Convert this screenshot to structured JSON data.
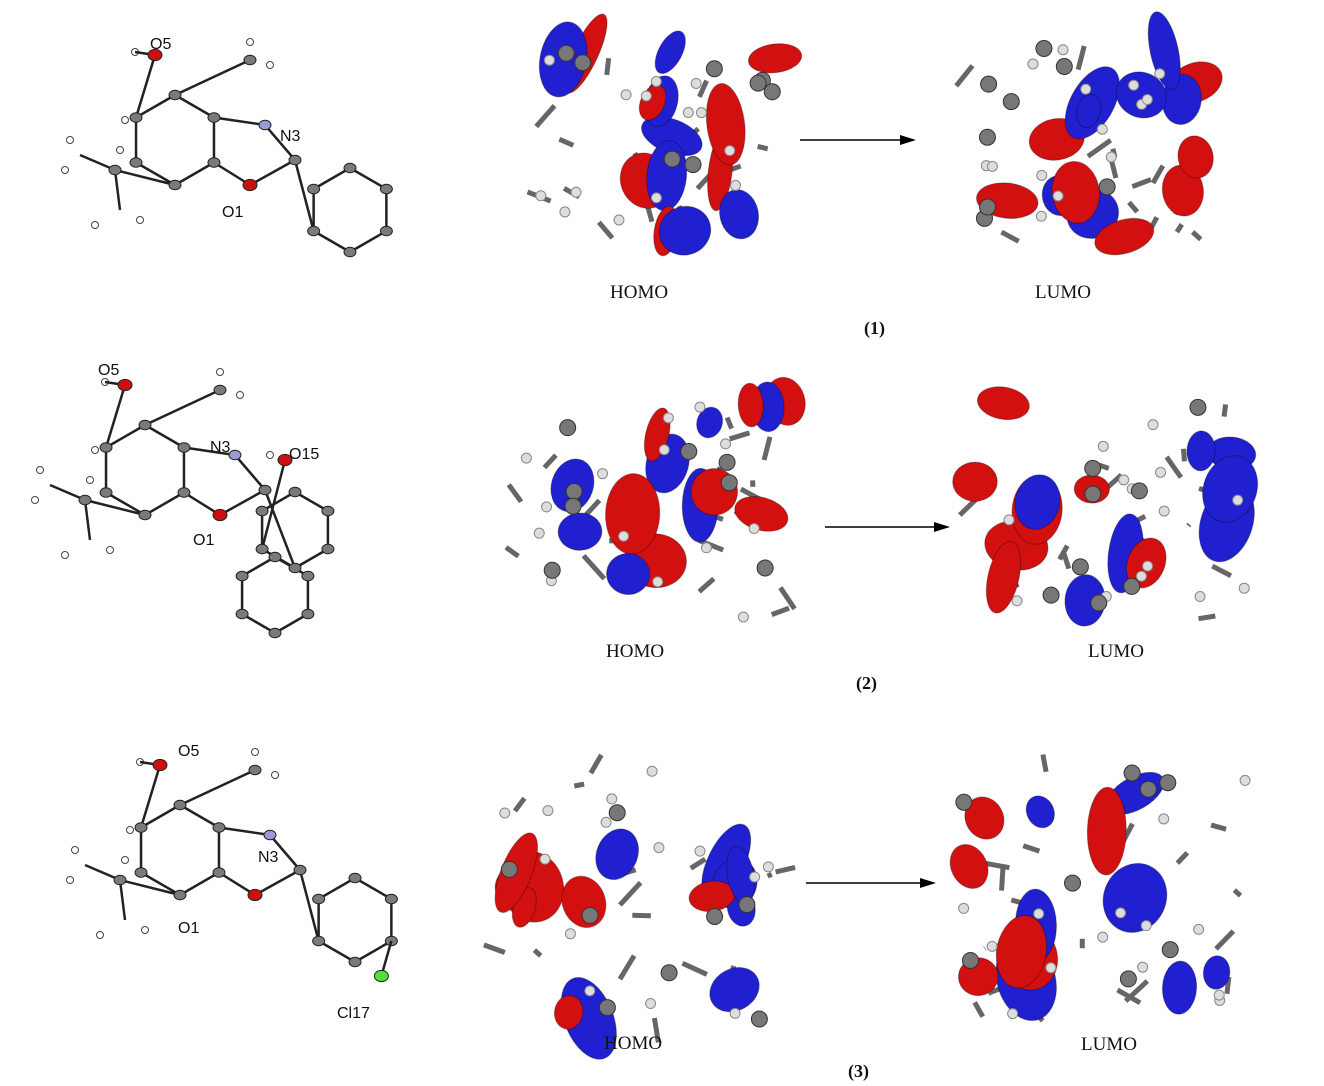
{
  "compounds": [
    {
      "number": "(1)",
      "atom_labels": {
        "o5": "O5",
        "n3": "N3",
        "o1": "O1"
      },
      "homo_label": "HOMO",
      "lumo_label": "LUMO"
    },
    {
      "number": "(2)",
      "atom_labels": {
        "o5": "O5",
        "n3": "N3",
        "o15": "O15",
        "o1": "O1"
      },
      "homo_label": "HOMO",
      "lumo_label": "LUMO"
    },
    {
      "number": "(3)",
      "atom_labels": {
        "o5": "O5",
        "n3": "N3",
        "o1": "O1",
        "cl17": "Cl17"
      },
      "homo_label": "HOMO",
      "lumo_label": "LUMO"
    }
  ],
  "colors": {
    "positive_lobe": "#d21010",
    "negative_lobe": "#2020d0",
    "carbon": "#7a7a7a",
    "oxygen": "#cc1010",
    "nitrogen": "#9a9ad8",
    "chlorine": "#55dd33"
  }
}
